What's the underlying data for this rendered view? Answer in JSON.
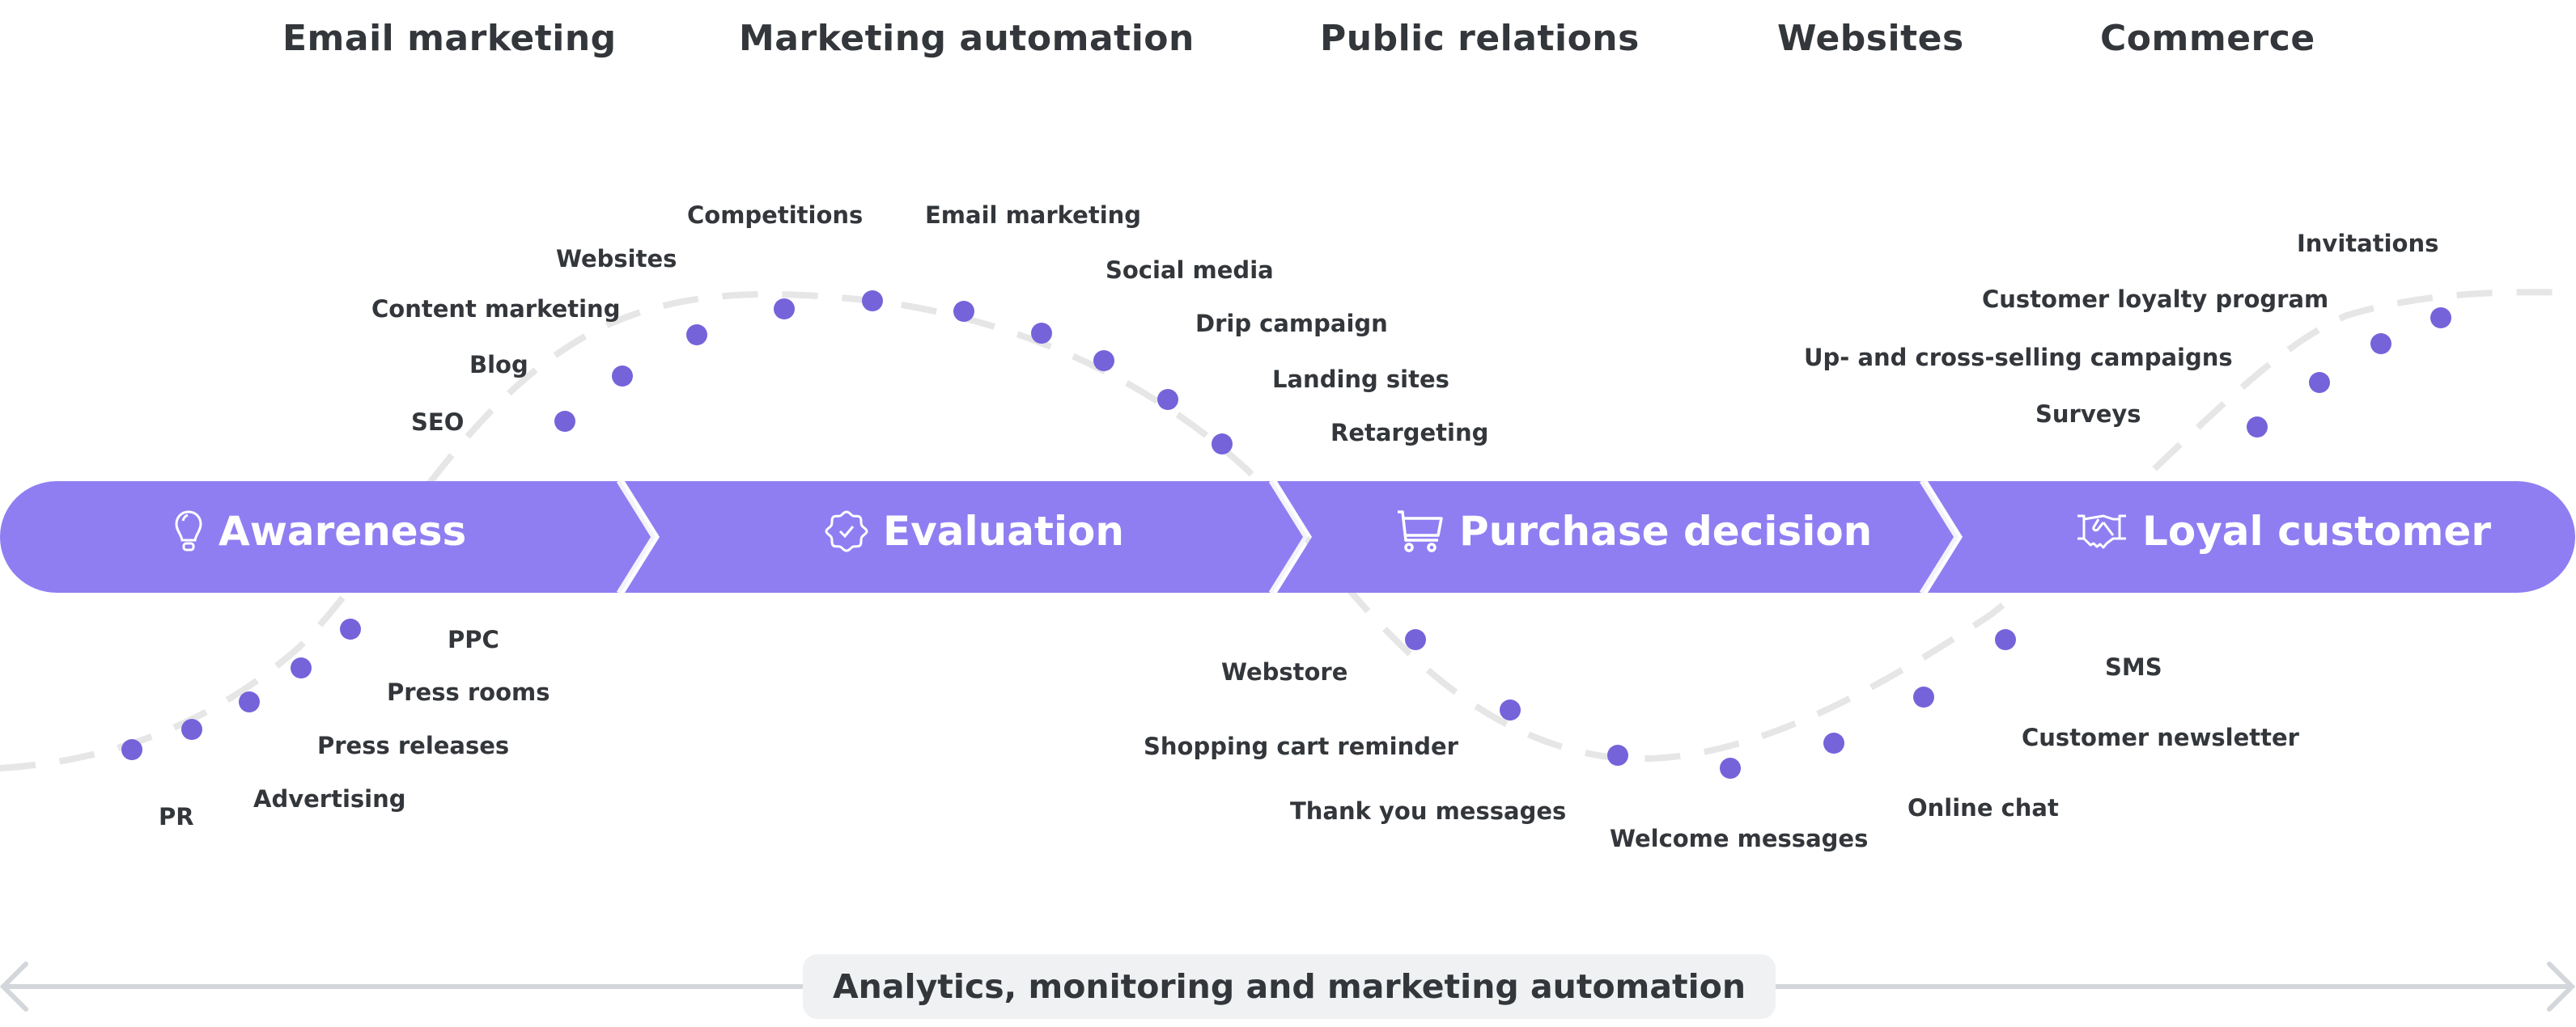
{
  "categories": [
    {
      "label": "Email marketing"
    },
    {
      "label": "Marketing automation"
    },
    {
      "label": "Public relations"
    },
    {
      "label": "Websites"
    },
    {
      "label": "Commerce"
    }
  ],
  "stages": [
    {
      "label": "Awareness",
      "icon": "lightbulb-icon"
    },
    {
      "label": "Evaluation",
      "icon": "verified-badge-icon"
    },
    {
      "label": "Purchase decision",
      "icon": "shopping-cart-icon"
    },
    {
      "label": "Loyal customer",
      "icon": "handshake-icon"
    }
  ],
  "touchpoints": {
    "awareness_below": [
      "PR",
      "Advertising",
      "Press releases",
      "Press rooms",
      "PPC"
    ],
    "awareness_above": [
      "SEO",
      "Blog",
      "Content marketing",
      "Websites",
      "Competitions"
    ],
    "evaluation_above": [
      "Email marketing",
      "Social media",
      "Drip campaign",
      "Landing sites",
      "Retargeting"
    ],
    "purchase_below": [
      "Webstore",
      "Shopping cart reminder",
      "Thank you messages",
      "Welcome messages",
      "Online chat"
    ],
    "loyal_below": [
      "Customer newsletter",
      "SMS"
    ],
    "loyal_above": [
      "Surveys",
      "Up- and cross-selling campaigns",
      "Customer loyalty program",
      "Invitations"
    ]
  },
  "footer": {
    "label": "Analytics, monitoring and marketing automation"
  },
  "colors": {
    "band": "#8f7ef2",
    "dot": "#7563da",
    "curve": "#e6e6e6",
    "arrow": "#d3d6da",
    "pill": "#eff1f3",
    "text": "#33363a"
  }
}
